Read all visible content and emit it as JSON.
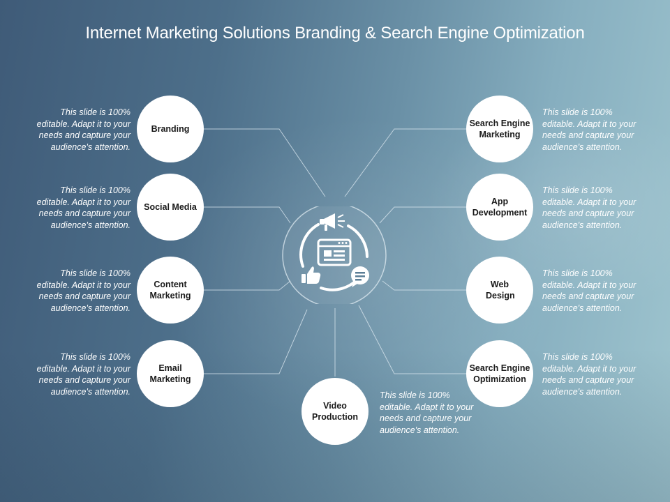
{
  "slide": {
    "title": "Internet Marketing Solutions Branding & Search Engine Optimization"
  },
  "hub": {
    "icons": [
      "megaphone-icon",
      "browser-window-icon",
      "thumbs-up-icon",
      "chat-bubble-icon"
    ]
  },
  "left_items": [
    {
      "label": "Branding",
      "description": "This slide is 100% editable. Adapt it to your needs and capture your audience's attention."
    },
    {
      "label": "Social Media",
      "description": "This slide is 100% editable. Adapt it to your needs and capture your audience's attention."
    },
    {
      "label": "Content Marketing",
      "description": "This slide is 100% editable. Adapt it to your needs and capture your audience's attention."
    },
    {
      "label": "Email Marketing",
      "description": "This slide is 100% editable. Adapt it to your needs and capture your audience's attention."
    }
  ],
  "right_items": [
    {
      "label": "Search Engine Marketing",
      "description": "This slide is 100% editable. Adapt it to your needs and capture your audience's attention."
    },
    {
      "label": "App Development",
      "description": "This slide is 100% editable. Adapt it to your needs and capture your audience's attention."
    },
    {
      "label": "Web Design",
      "description": "This slide is 100% editable. Adapt it to your needs and capture your audience's attention."
    },
    {
      "label": "Search Engine Optimization",
      "description": "This slide is 100% editable. Adapt it to your needs and capture your audience's attention."
    }
  ],
  "bottom_item": {
    "label": "Video Production",
    "description": "This slide is 100% editable. Adapt it to your needs and capture your audience's attention."
  },
  "colors": {
    "node_fill": "#ffffff",
    "connector": "#d6e2ea",
    "text": "#ffffff"
  }
}
